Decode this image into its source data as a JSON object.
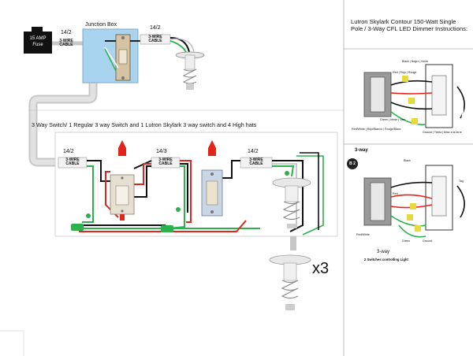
{
  "diagram": {
    "fuse_label": "15 AMP\nFuse",
    "junction_box_title": "Junction Box",
    "cable_label": "3-WIRE\nCABLE",
    "awg_labels": [
      "14/2",
      "14/2",
      "14/2",
      "14/3",
      "14/2"
    ],
    "section_title": "3 Way Switch/ 1 Regular 3 way Switch and 1 Lutron Skylark 3 way switch and 4 High hats",
    "multiplier": "x3"
  },
  "instructions": {
    "title": "Lutron Skylark Contour 150-Watt Single Pole / 3-Way CFL LED Dimmer Instructions:",
    "top_labels": [
      "Black | Negro | Noire",
      "Red | Rojo | Rouge",
      "Green | Verde | Vert",
      "Red/White | Rojo/Blanco | Rouge/Blanc",
      "Ground | Tierra | Mise à la terre"
    ],
    "three_way_heading": "3-way",
    "badge": "B 2",
    "bottom_labels": [
      "Black",
      "Red",
      "Tag",
      "Red/White",
      "Green",
      "Ground"
    ],
    "caption_main": "3-way",
    "caption_sub": "2 Switches controlling Light"
  },
  "colors": {
    "blue_box": "#a9d4ef",
    "conduit": "#d6d6d6",
    "black_wire": "#111111",
    "red_wire": "#e1251b",
    "green_wire": "#2bb24c",
    "white_wire": "#ffffff",
    "wire_nut_red": "#e1251b",
    "wire_nut_green": "#2bb24c",
    "wire_nut_yellow": "#e8d93c"
  }
}
